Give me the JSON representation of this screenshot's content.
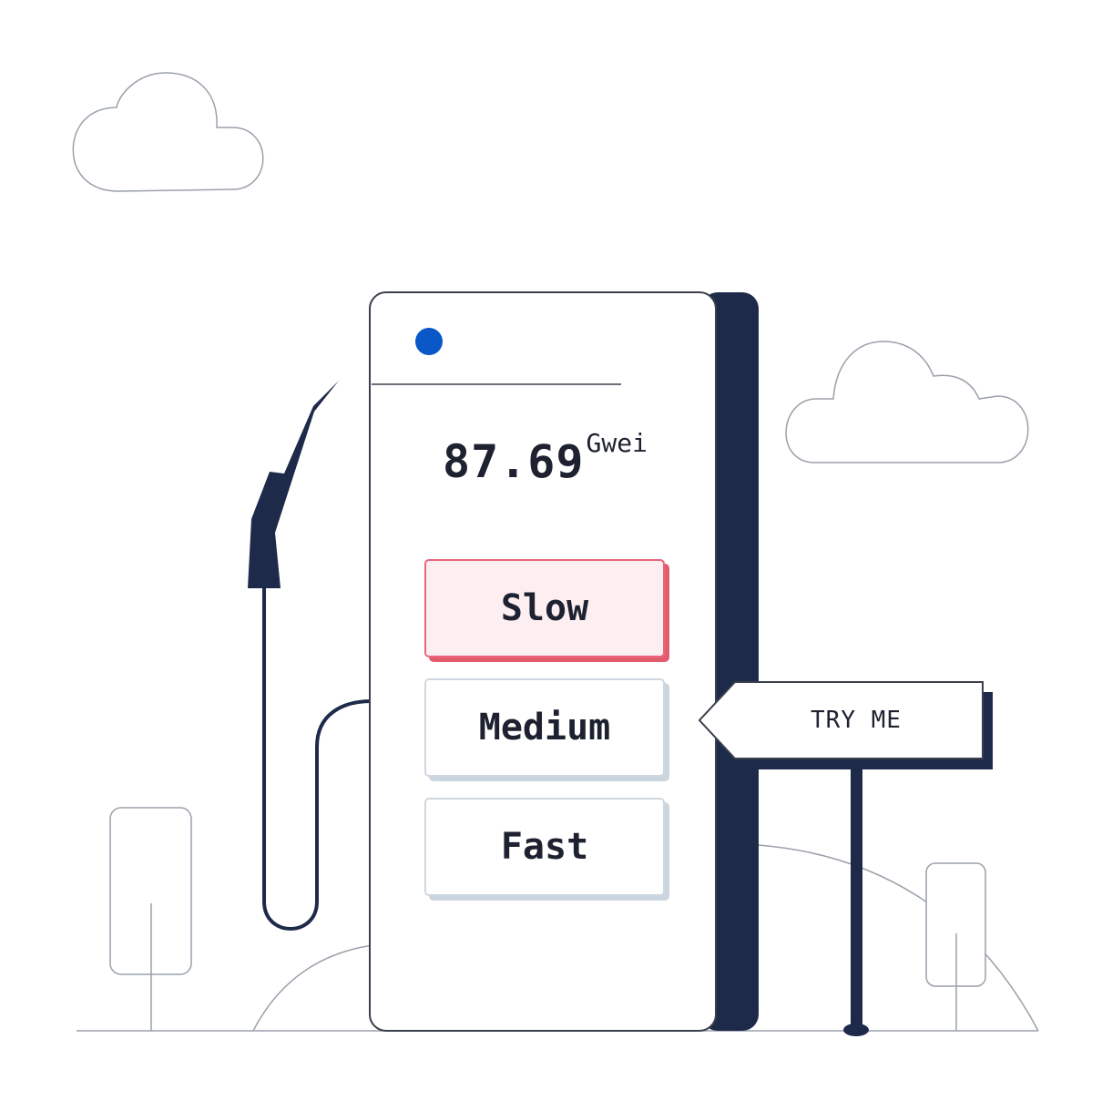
{
  "gas": {
    "value": "87.69",
    "unit": "Gwei"
  },
  "speed_options": {
    "slow": "Slow",
    "medium": "Medium",
    "fast": "Fast",
    "selected": "slow"
  },
  "sign": {
    "label": "TRY ME"
  },
  "colors": {
    "navy": "#1e2a4a",
    "status_dot": "#0a57c8",
    "selected_fill": "#fdeef1",
    "selected_accent": "#e25c6e",
    "outline": "#3a3f4b",
    "landscape_line": "#9aa0ab"
  },
  "icons": {
    "pump_nozzle": "fuel-nozzle-icon",
    "status": "status-dot-icon"
  }
}
